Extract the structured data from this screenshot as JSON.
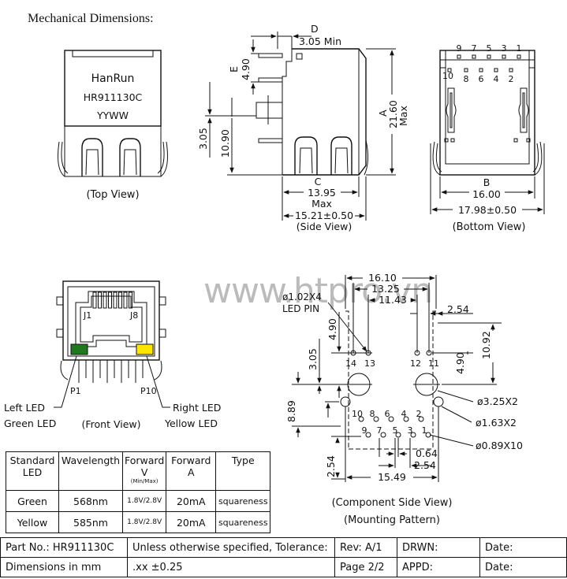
{
  "sheet_heading": "Mechanical Dimensions:",
  "watermark": "www.htpro.vn",
  "top_view": {
    "brand": "HanRun",
    "part": "HR911130C",
    "date_code": "YYWW",
    "caption": "(Top View)"
  },
  "side_view": {
    "caption": "(Side View)",
    "d_label": "D",
    "d_value": "3.05 Min",
    "e_label": "E",
    "e_value": "4.90",
    "a_label": "A",
    "a_value": "21.60",
    "a_max": "Max",
    "dim_305": "3.05",
    "dim_1090": "10.90",
    "c_label": "C",
    "c_value": "13.95",
    "c_max": "Max",
    "overall": "15.21±0.50"
  },
  "bottom_view": {
    "caption": "(Bottom View)",
    "pins_top": [
      "9",
      "7",
      "5",
      "3",
      "1"
    ],
    "pins_bottom": [
      "10",
      "8",
      "6",
      "4",
      "2"
    ],
    "b_label": "B",
    "b_value": "16.00",
    "overall": "17.98±0.50"
  },
  "front_view": {
    "caption": "(Front View)",
    "j1": "J1",
    "j8": "J8",
    "p1": "P1",
    "p10": "P10",
    "left_led": "Left LED",
    "left_led_color": "Green LED",
    "right_led": "Right LED",
    "right_led_color": "Yellow LED",
    "green_hex": "#1f7a1f",
    "yellow_hex": "#ffe600"
  },
  "mounting": {
    "caption1": "(Component Side View)",
    "caption2": "(Mounting Pattern)",
    "dim_1610": "16.10",
    "dim_1325": "13.25",
    "dim_1143": "11.43",
    "led_pin1": "ø1.02X4",
    "led_pin2": "LED PIN",
    "dim_254_top": "2.54",
    "dim_490_left": "4.90",
    "dim_305": "3.05",
    "dim_1092": "10.92",
    "dim_490_right": "4.90",
    "led_pins": [
      "14",
      "13",
      "12",
      "11"
    ],
    "hole_325": "ø3.25X2",
    "hole_163": "ø1.63X2",
    "hole_089": "ø0.89X10",
    "dim_889": "8.89",
    "pins_row1": [
      "10",
      "8",
      "6",
      "4",
      "2"
    ],
    "pins_row2": [
      "9",
      "7",
      "5",
      "3",
      "1"
    ],
    "dim_254_left": "2.54",
    "dim_064": "0.64",
    "dim_254_bottom": "2.54",
    "dim_1549": "15.49"
  },
  "spec_table": {
    "headers": {
      "standard": "Standard",
      "standard2": "LED",
      "wavelength": "Wavelength",
      "forward_v": "Forward",
      "forward_v2": "V",
      "forward_v3": "(Min/Max)",
      "forward_a": "Forward",
      "forward_a2": "A",
      "type": "Type"
    },
    "rows": [
      {
        "color": "Green",
        "wavelength": "568nm",
        "voltage": "1.8V/2.8V",
        "current": "20mA",
        "type": "squareness"
      },
      {
        "color": "Yellow",
        "wavelength": "585nm",
        "voltage": "1.8V/2.8V",
        "current": "20mA",
        "type": "squareness"
      }
    ]
  },
  "title_block": {
    "part_no": "Part No.: HR911130C",
    "units": "Dimensions in mm",
    "tolerance": "Unless otherwise specified, Tolerance:",
    "tolerance_value": ".xx ±0.25",
    "rev": "Rev: A/1",
    "page": "Page 2/2",
    "drawn": "DRWN:",
    "approved": "APPD:",
    "date1": "Date:",
    "date2": "Date:"
  }
}
